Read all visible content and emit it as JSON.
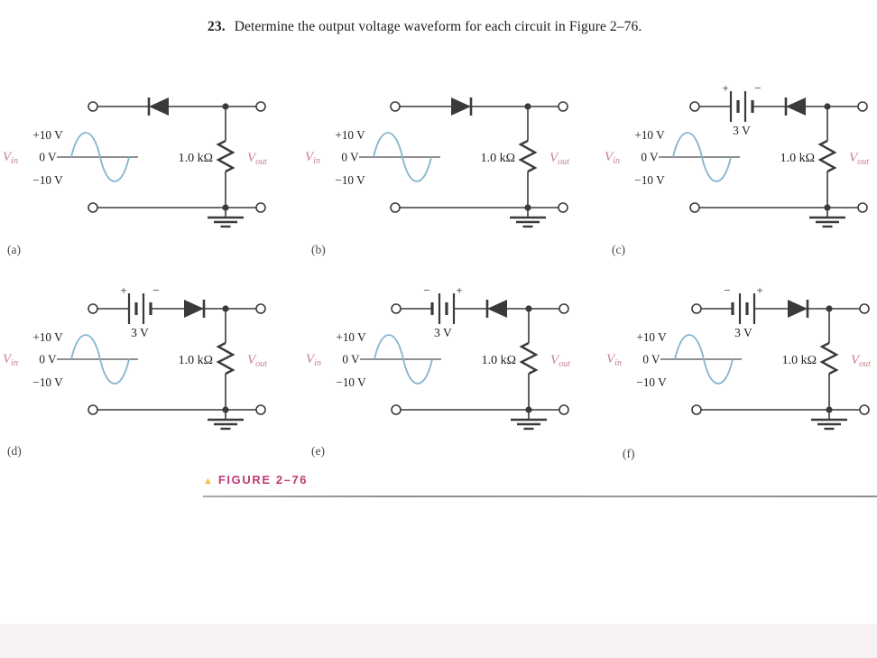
{
  "problem": {
    "number": "23.",
    "text": "Determine the output voltage waveform for each circuit in Figure 2–76."
  },
  "caption": {
    "marker": "▲",
    "title": "FIGURE 2–76"
  },
  "figure": {
    "input_scale_labels": [
      "+10 V",
      "0 V",
      "−10 V"
    ],
    "circuits": [
      {
        "tag": "(a)",
        "vin": {
          "base": "V",
          "sub": "in"
        },
        "vout": {
          "base": "V",
          "sub": "out"
        },
        "resistor_label": "1.0 kΩ",
        "diode_points": "left",
        "battery": null
      },
      {
        "tag": "(b)",
        "vin": {
          "base": "V",
          "sub": "in"
        },
        "vout": {
          "base": "V",
          "sub": "out"
        },
        "resistor_label": "1.0 kΩ",
        "diode_points": "right",
        "battery": null
      },
      {
        "tag": "(c)",
        "vin": {
          "base": "V",
          "sub": "in"
        },
        "vout": {
          "base": "V",
          "sub": "out"
        },
        "resistor_label": "1.0 kΩ",
        "diode_points": "left",
        "battery": {
          "label": "3 V",
          "left_sign": "+",
          "right_sign": "−"
        }
      },
      {
        "tag": "(d)",
        "vin": {
          "base": "V",
          "sub": "in"
        },
        "vout": {
          "base": "V",
          "sub": "out"
        },
        "resistor_label": "1.0 kΩ",
        "diode_points": "right",
        "battery": {
          "label": "3 V",
          "left_sign": "+",
          "right_sign": "−"
        }
      },
      {
        "tag": "(e)",
        "vin": {
          "base": "V",
          "sub": "in"
        },
        "vout": {
          "base": "V",
          "sub": "out"
        },
        "resistor_label": "1.0 kΩ",
        "diode_points": "left",
        "battery": {
          "label": "3 V",
          "left_sign": "−",
          "right_sign": "+"
        }
      },
      {
        "tag": "(f)",
        "vin": {
          "base": "V",
          "sub": "in"
        },
        "vout": {
          "base": "V",
          "sub": "out"
        },
        "resistor_label": "1.0 kΩ",
        "diode_points": "right",
        "battery": {
          "label": "3 V",
          "left_sign": "−",
          "right_sign": "+"
        }
      }
    ],
    "colors": {
      "wire": "#3a3a3a",
      "axis": "#4d4d4d",
      "sine": "#84b6d0",
      "pink_label": "#c9808f",
      "tag": "#454545"
    }
  }
}
